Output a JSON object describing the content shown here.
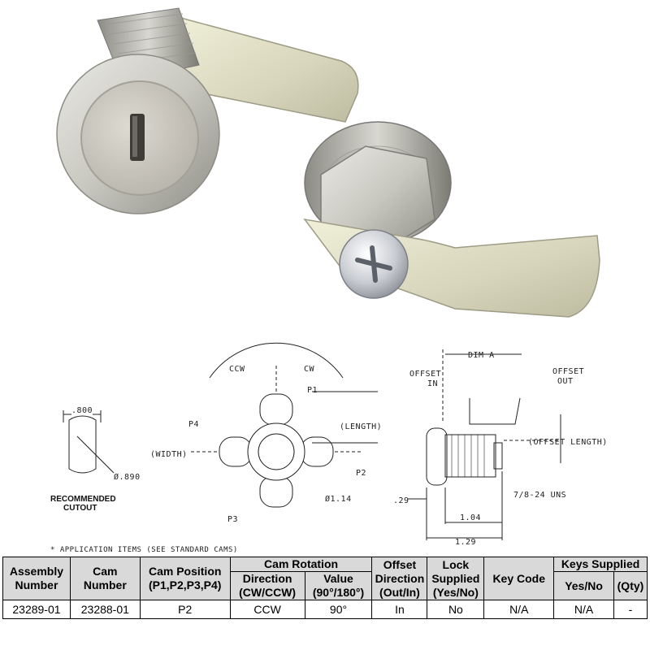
{
  "drawing": {
    "cutout_width": ".800",
    "cutout_diameter": "Ø.890",
    "cutout_caption_1": "RECOMMENDED",
    "cutout_caption_2": "CUTOUT",
    "ccw": "CCW",
    "cw": "CW",
    "p1": "P1",
    "p2": "P2",
    "p3": "P3",
    "p4": "P4",
    "length": "(LENGTH)",
    "width": "(WIDTH)",
    "diameter": "Ø1.14",
    "dim_a": "DIM A",
    "offset_in_1": "OFFSET",
    "offset_in_2": "IN",
    "offset_out_1": "OFFSET",
    "offset_out_2": "OUT",
    "offset_length": "(OFFSET LENGTH)",
    "thread": "7/8-24 UNS",
    "dim_029": ".29",
    "dim_104": "1.04",
    "dim_129": "1.29",
    "asterisk": "*"
  },
  "note": "*  APPLICATION ITEMS (SEE STANDARD CAMS)",
  "table": {
    "headers": {
      "assembly": "Assembly Number",
      "cam": "Cam Number",
      "position": "Cam  Position (P1,P2,P3,P4)",
      "rotation": "Cam Rotation",
      "direction": "Direction (CW/CCW)",
      "value": "Value (90°/180°)",
      "offset": "Offset Direction (Out/In)",
      "lock": "Lock Supplied (Yes/No)",
      "key_code": "Key Code",
      "keys": "Keys Supplied",
      "yes_no": "Yes/No",
      "qty": "(Qty)"
    },
    "row": {
      "assembly": "23289-01",
      "cam": "23288-01",
      "position": "P2",
      "direction": "CCW",
      "value": "90°",
      "offset": "In",
      "lock": "No",
      "key_code": "N/A",
      "keys_yes_no": "N/A",
      "qty": "-"
    }
  }
}
